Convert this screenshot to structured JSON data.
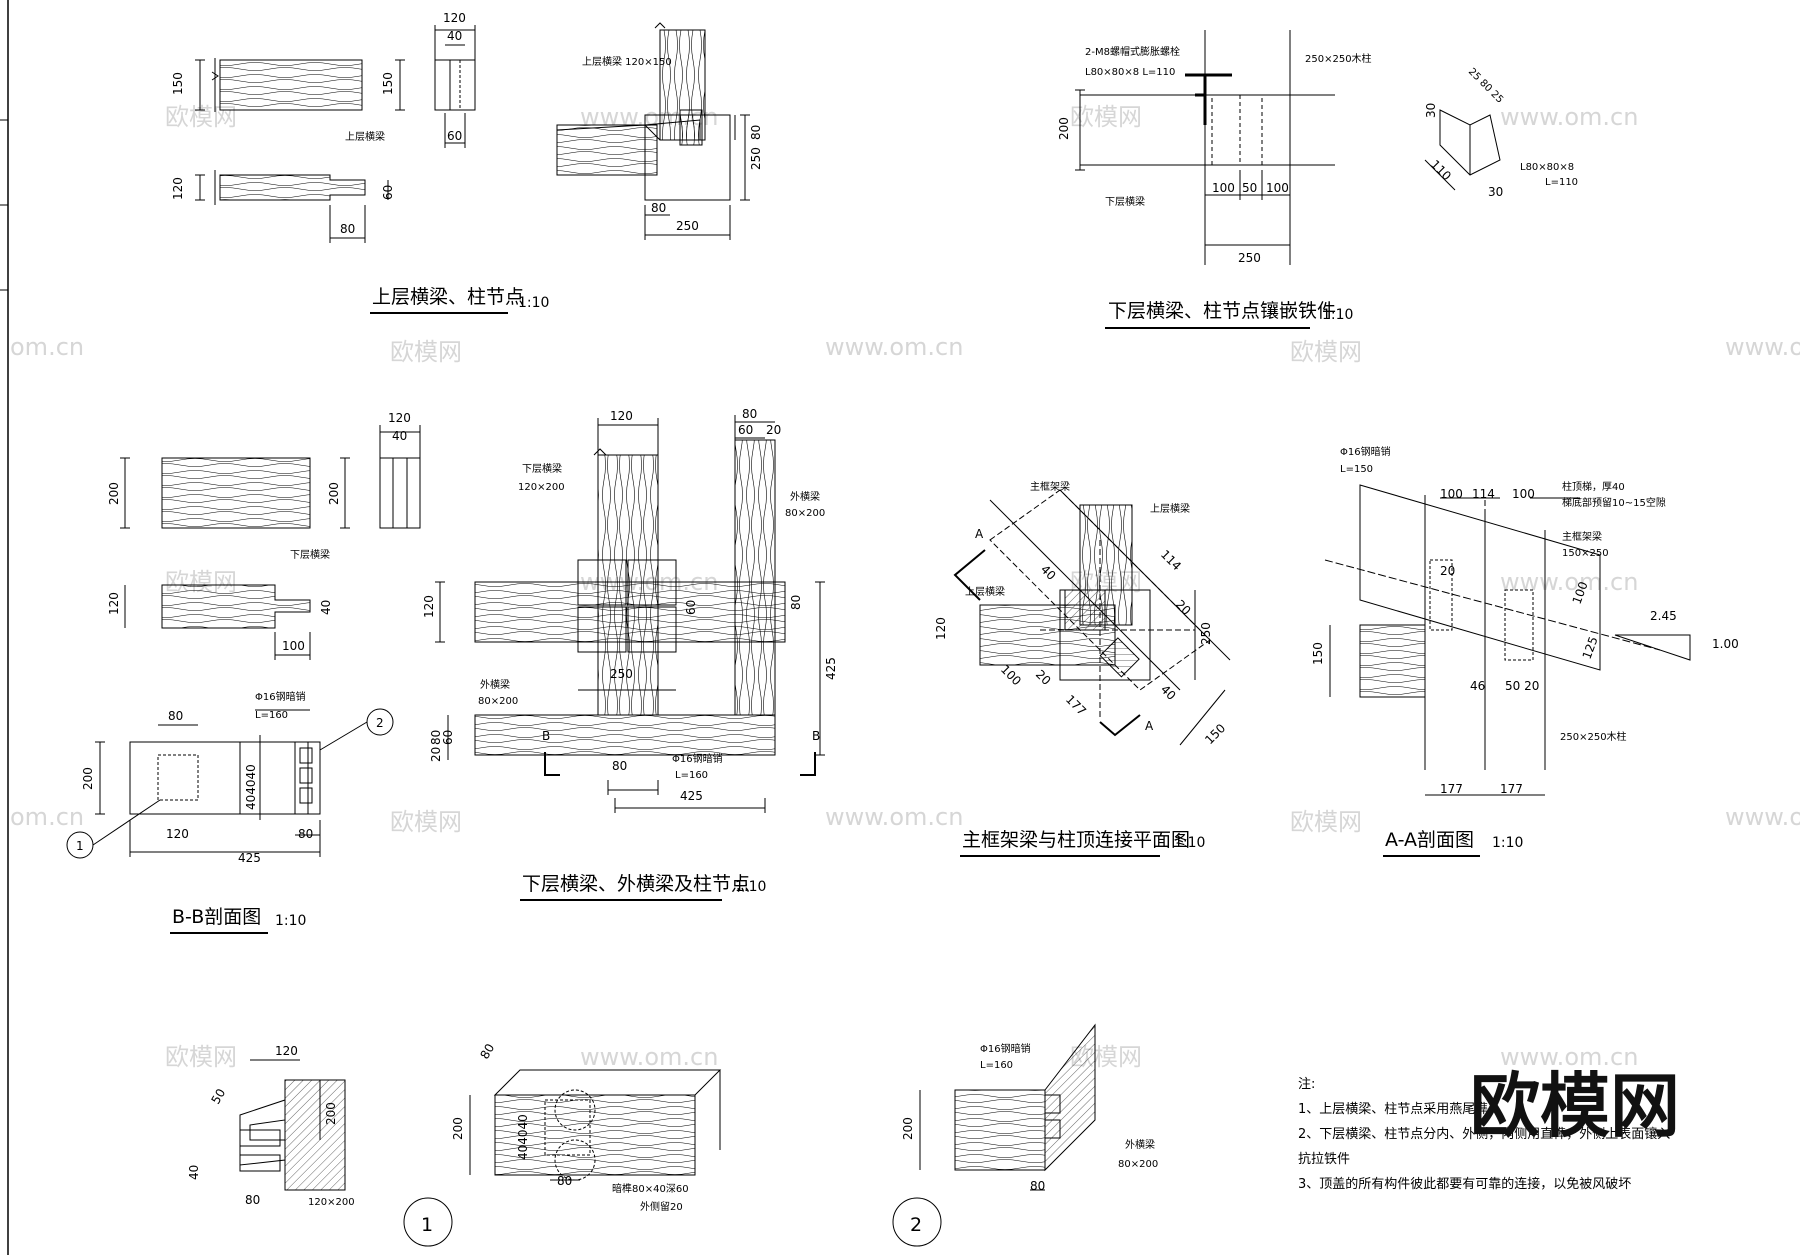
{
  "titles": {
    "upper_node": "上层横梁、柱节点",
    "upper_node_scale": "1:10",
    "lower_embed": "下层横梁、柱节点镶嵌铁件",
    "lower_embed_scale": "1:10",
    "lower_outer": "下层横梁、外横梁及柱节点",
    "lower_outer_scale": "1:10",
    "bb": "B-B剖面图",
    "bb_scale": "1:10",
    "main_frame": "主框架梁与柱顶连接平面图",
    "main_frame_scale": "1:10",
    "aa": "A-A剖面图",
    "aa_scale": "1:10"
  },
  "labels": {
    "upper_beam": "上层横梁",
    "upper_beam_size": "上层横梁 120×150",
    "bolt": "2-M8螺帽式膨胀螺栓",
    "angle": "L80×80×8  L=110",
    "angle2": "L80×80×8",
    "angle2_len": "L=110",
    "col250": "250×250木柱",
    "lower_beam": "下层横梁",
    "lower_beam_size": "120×200",
    "outer_beam": "外横梁",
    "outer_beam_size": "80×200",
    "steel_pin": "Φ16钢暗销",
    "pin_len160": "L=160",
    "pin_len150": "L=150",
    "main_beam": "主框架梁",
    "main_beam_size": "150×250",
    "col_top_plate": "柱顶梯，厚40",
    "col_top_gap": "梯底部预留10~15空隙",
    "tenon": "暗榫80×40深60",
    "outer_slot": "外侧留20",
    "size_120x200": "120×200",
    "size_80x200": "80×200",
    "size_250col": "250×250木柱",
    "dim_2_45": "2.45",
    "dim_1_00": "1.00"
  },
  "dims": {
    "d120": "120",
    "d40": "40",
    "d150": "150",
    "d60": "60",
    "d80": "80",
    "d250": "250",
    "d200": "200",
    "d100": "100",
    "d50": "50",
    "d425": "425",
    "d20": "20",
    "d114": "114",
    "d177": "177",
    "d46": "46",
    "d125": "125",
    "d30": "30",
    "d25": "25",
    "d110": "110",
    "d404040": "404040",
    "d5020": "50 20",
    "angle_dims": "25 80 25"
  },
  "markers": {
    "A": "A",
    "B": "B",
    "one": "1",
    "two": "2"
  },
  "notes": {
    "heading": "注:",
    "n1": "1、上层横梁、柱节点采用燕尾榫",
    "n2": "2、下层横梁、柱节点分内、外侧，内侧用直榫，外侧上表面镶入",
    "n2b": "抗拉铁件",
    "n3": "3、顶盖的所有构件彼此都要有可靠的连接，以免被风破坏"
  },
  "watermark": {
    "brand": "欧模网",
    "url": "www.om.cn",
    "url_cut": "om.cn",
    "url_wrap": "www.om"
  }
}
